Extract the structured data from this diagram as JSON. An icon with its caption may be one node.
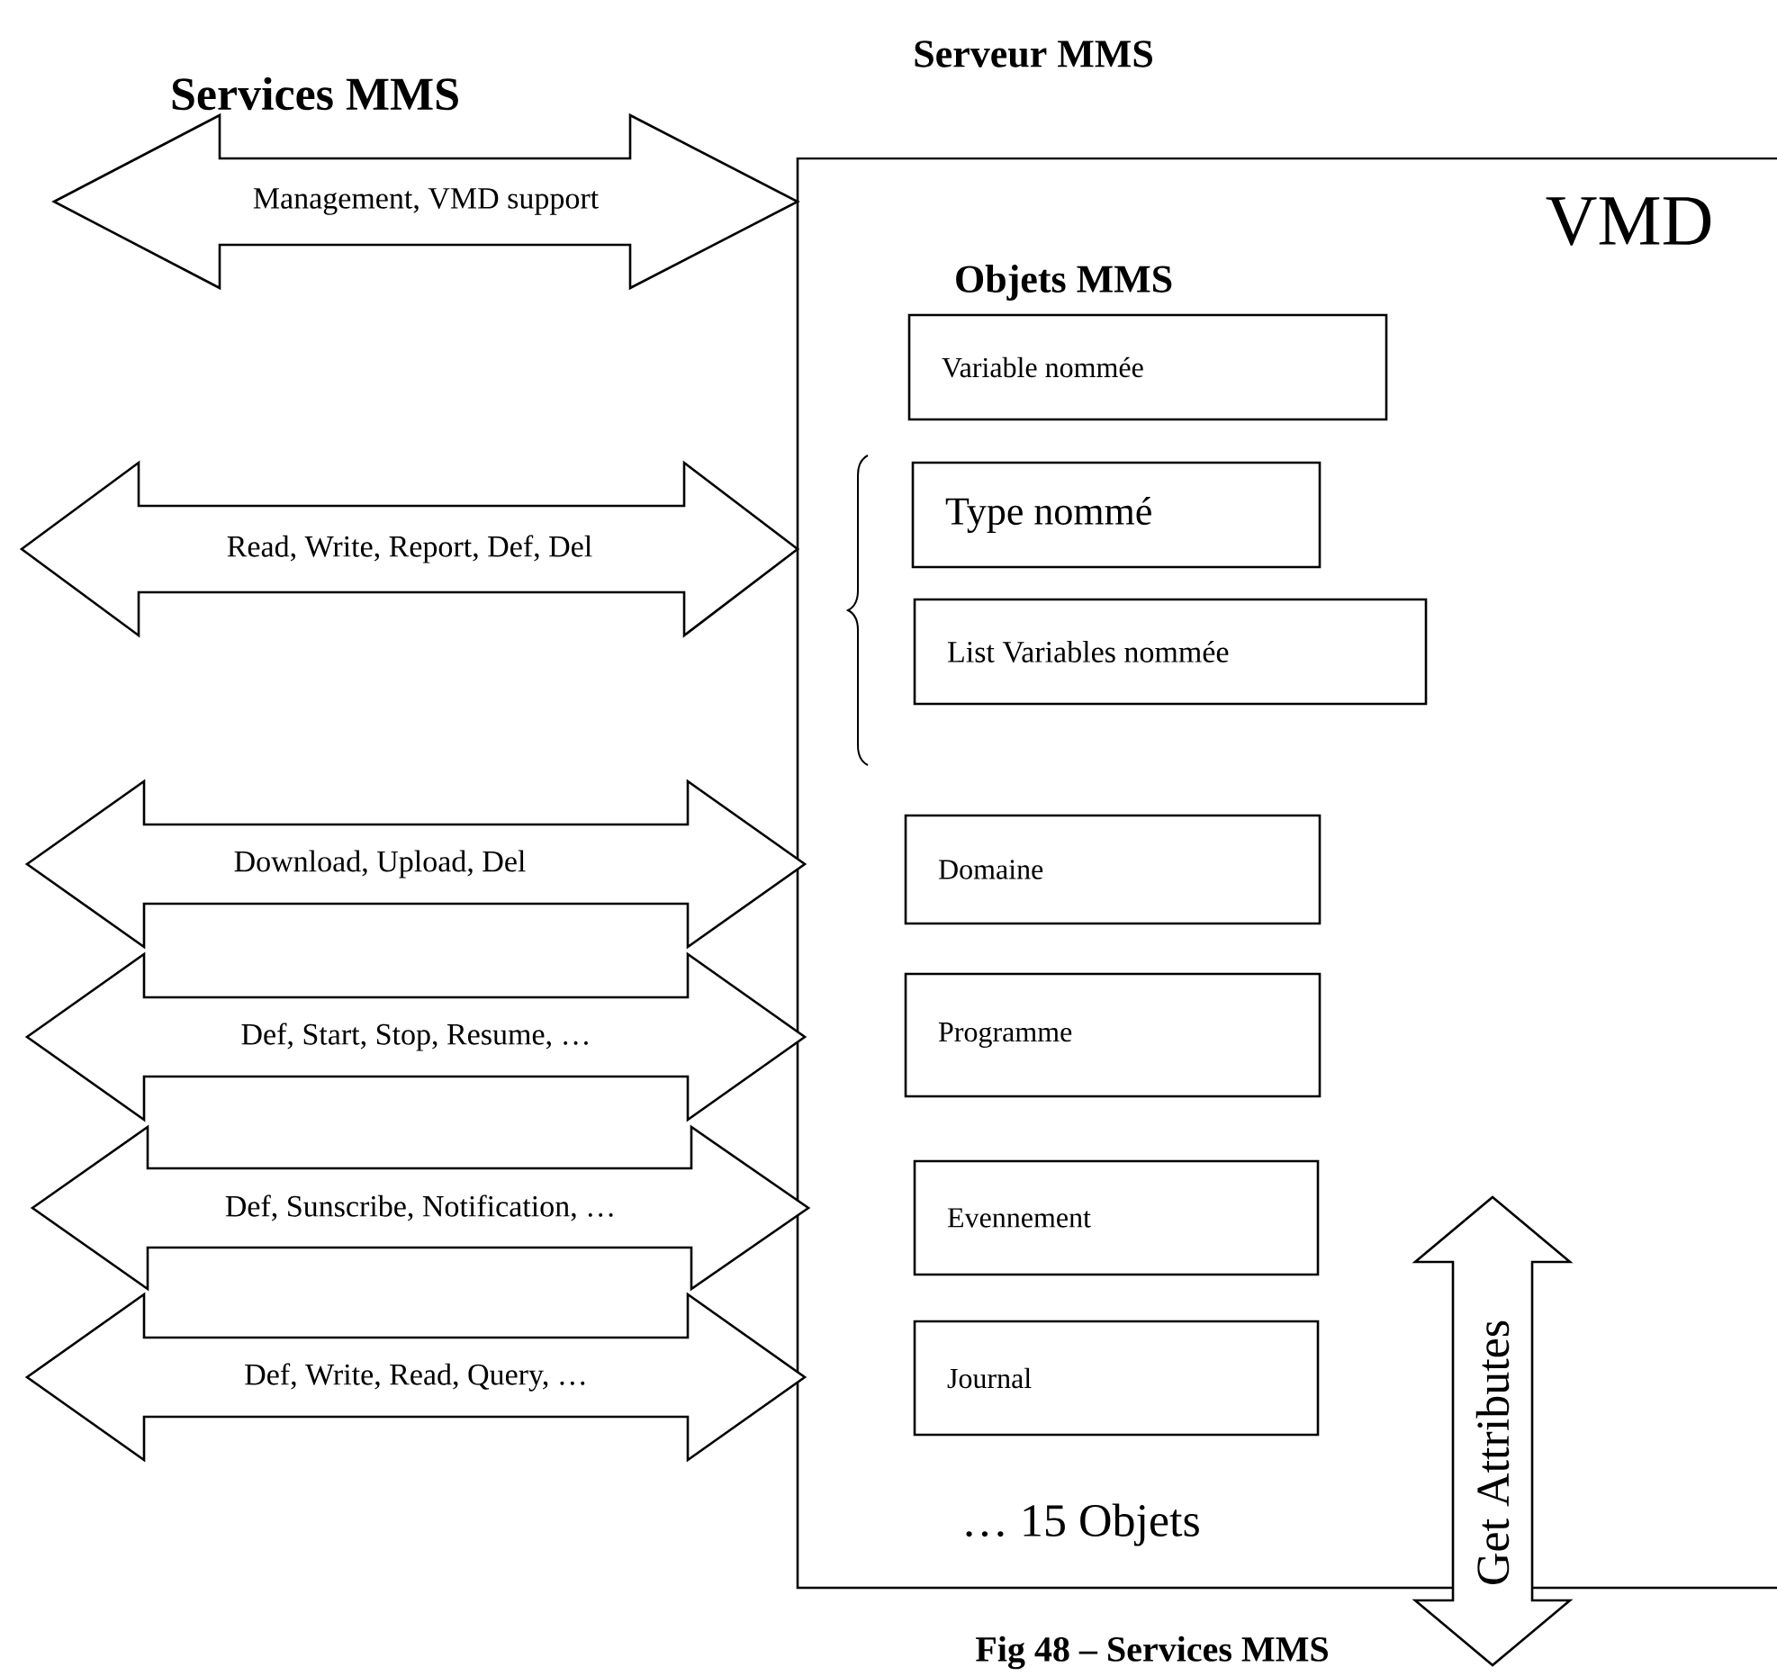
{
  "diagram": {
    "title": "Services MMS",
    "caption": "Fig 48 – Services MMS",
    "nodes": [
      {
        "text": [
          "VMD",
          "Objets MMS"
        ]
      },
      {
        "text": [
          "Variable nommée"
        ],
        "in": 0
      },
      {
        "text": [
          "Type nommé"
        ],
        "in": 0
      },
      {
        "text": [
          "List Variables nommée"
        ],
        "in": 0
      },
      {
        "text": [
          "Domaine"
        ],
        "in": 0
      },
      {
        "text": [
          "Programme"
        ],
        "in": 0
      },
      {
        "text": [
          "Evennement"
        ],
        "in": 0
      },
      {
        "text": [
          "Journal"
        ],
        "in": 0
      },
      {
        "text": [
          "Management, VMD support"
        ]
      },
      {
        "text": [
          "Read, Write, Report, Def, Del"
        ]
      },
      {
        "text": [
          "Download, Upload, Del"
        ]
      },
      {
        "text": [
          "Def, Start, Stop, Resume, …"
        ]
      },
      {
        "text": [
          "Def, Sunscribe, Notification, …"
        ]
      },
      {
        "text": [
          "Def, Write, Read, Query, …"
        ]
      },
      {
        "text": [
          "Get Attributes"
        ]
      }
    ],
    "labels": [
      "Serveur MMS",
      "… 15 Objets"
    ]
  }
}
